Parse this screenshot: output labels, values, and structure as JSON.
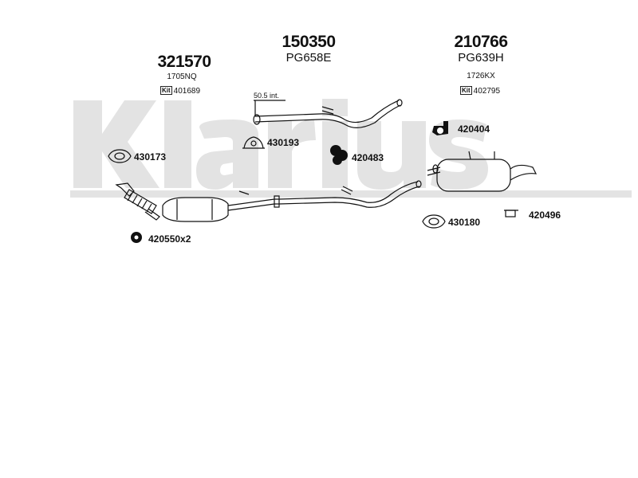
{
  "watermark": {
    "text": "Klarius",
    "color": "#e2e2e2"
  },
  "groups": {
    "front": {
      "number": "321570",
      "sub": "1705NQ",
      "kit_icon": "Kit",
      "kit": "401689"
    },
    "middle": {
      "number": "150350",
      "code": "PG658E"
    },
    "rear": {
      "number": "210766",
      "code": "PG639H",
      "sub": "1726KX",
      "kit_icon": "Kit",
      "kit": "402795"
    }
  },
  "annotation": "50.5 int.",
  "parts": {
    "p430173": "430173",
    "p430193": "430193",
    "p420483": "420483",
    "p420404": "420404",
    "p430180": "430180",
    "p420496": "420496",
    "p420550": "420550x2"
  },
  "icons": [
    "gasket-icon",
    "rubber-mount-icon",
    "clamp-icon",
    "hanger-icon"
  ]
}
